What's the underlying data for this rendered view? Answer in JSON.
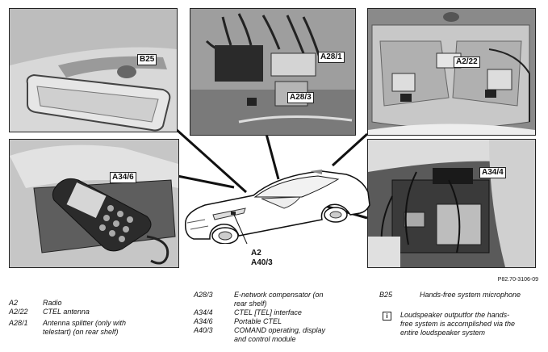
{
  "diagram": {
    "ref_code": "P82.70-3106-09",
    "callouts": {
      "b25": "B25",
      "a28_1": "A28/1",
      "a28_3": "A28/3",
      "a2_22": "A2/22",
      "a34_6": "A34/6",
      "a34_4": "A34/4",
      "a2": "A2",
      "a40_3": "A40/3"
    }
  },
  "legend": {
    "col1": [
      {
        "code": "A2",
        "desc": "Radio"
      },
      {
        "code": "A2/22",
        "desc": "CTEL antenna"
      },
      {
        "code": "A28/1",
        "desc": "Antenna splitter (only with",
        "desc2": "telestart) (on rear shelf)"
      }
    ],
    "col2": [
      {
        "code": "A28/3",
        "desc": "E-network compensator (on",
        "desc2": "rear shelf)"
      },
      {
        "code": "A34/4",
        "desc": "CTEL [TEL] interface"
      },
      {
        "code": "A34/6",
        "desc": "Portable CTEL"
      },
      {
        "code": "A40/3",
        "desc": "COMAND operating, display",
        "desc2": "and control module"
      }
    ],
    "col3": [
      {
        "code": "B25",
        "desc": "Hands-free system microphone"
      }
    ],
    "note": {
      "icon": "i",
      "lines": [
        "Loudspeaker outputfor the hands-",
        "free system is accomplished via the",
        "entire loudspeaker system"
      ]
    }
  }
}
